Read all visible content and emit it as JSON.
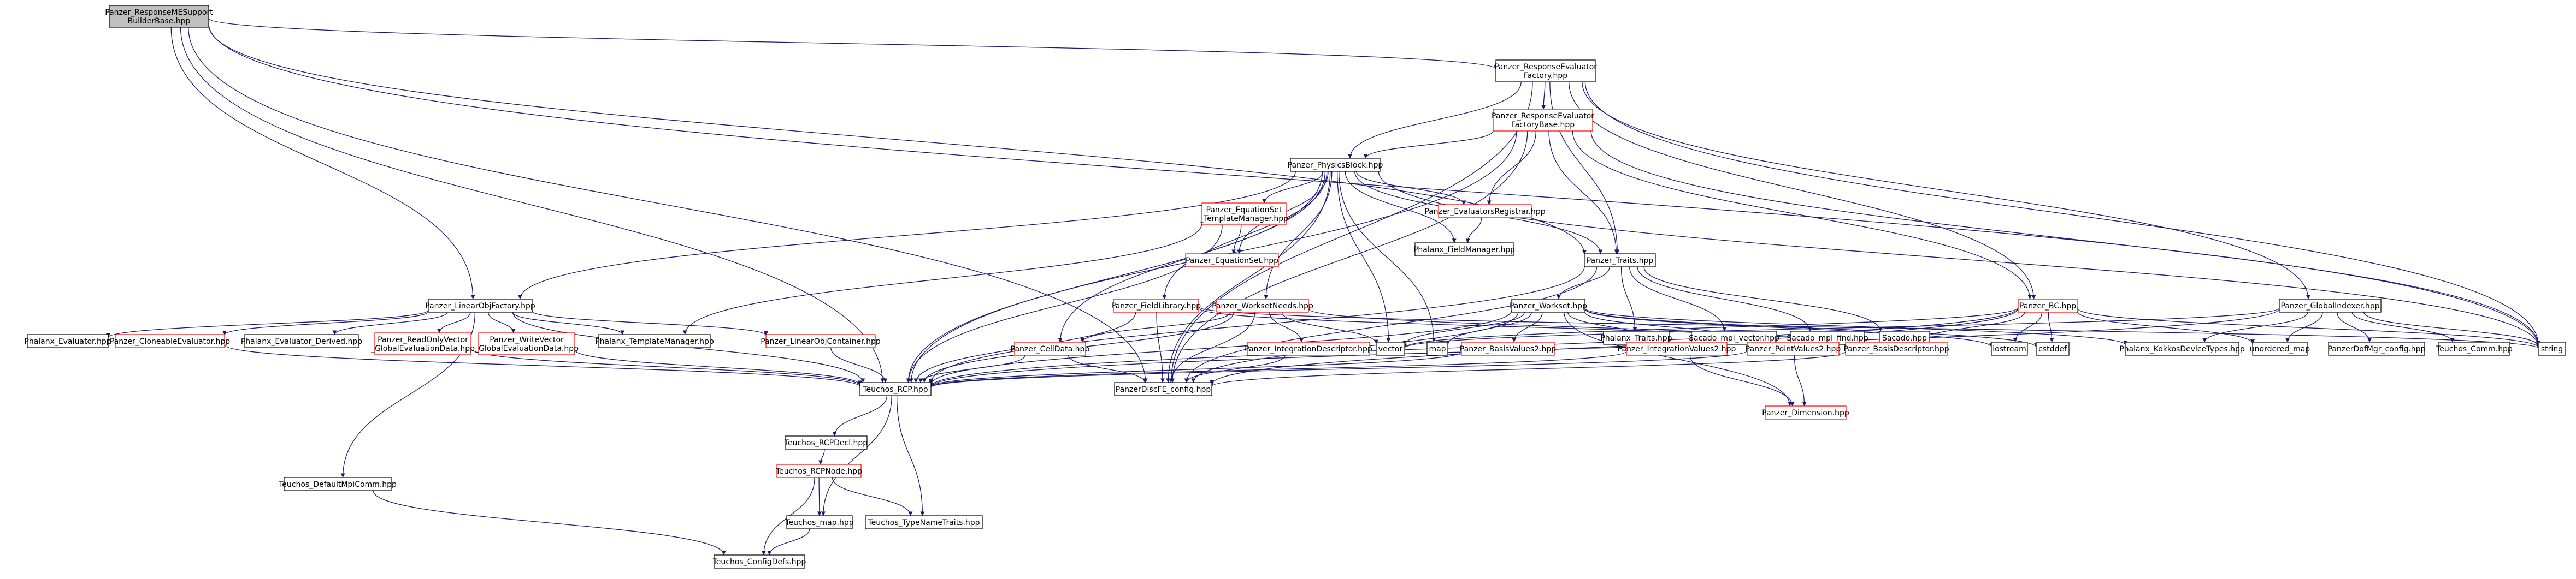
{
  "colors": {
    "edge": "#191970",
    "box_border_default": "#000000",
    "box_border_partial": "#ff0000",
    "root_fill": "#bfbfbf",
    "node_fill": "#ffffff",
    "text": "#000000"
  },
  "nodes": [
    {
      "id": "root",
      "lines": [
        "Panzer_ResponseMESupport",
        "BuilderBase.hpp"
      ],
      "style": "root"
    },
    {
      "id": "ref",
      "lines": [
        "Panzer_ResponseEvaluator",
        "Factory.hpp"
      ],
      "style": "normal"
    },
    {
      "id": "refb",
      "lines": [
        "Panzer_ResponseEvaluator",
        "FactoryBase.hpp"
      ],
      "style": "partial"
    },
    {
      "id": "pb",
      "lines": [
        "Panzer_PhysicsBlock.hpp"
      ],
      "style": "normal"
    },
    {
      "id": "eset",
      "lines": [
        "Panzer_EquationSet",
        "_TemplateManager.hpp"
      ],
      "style": "partial"
    },
    {
      "id": "eq",
      "lines": [
        "Panzer_EquationSet.hpp"
      ],
      "style": "partial"
    },
    {
      "id": "evreg",
      "lines": [
        "Panzer_EvaluatorsRegistrar.hpp"
      ],
      "style": "partial"
    },
    {
      "id": "fm",
      "lines": [
        "Phalanx_FieldManager.hpp"
      ],
      "style": "normal"
    },
    {
      "id": "traits",
      "lines": [
        "Panzer_Traits.hpp"
      ],
      "style": "normal"
    },
    {
      "id": "lof",
      "lines": [
        "Panzer_LinearObjFactory.hpp"
      ],
      "style": "normal"
    },
    {
      "id": "flib",
      "lines": [
        "Panzer_FieldLibrary.hpp"
      ],
      "style": "partial"
    },
    {
      "id": "wneeds",
      "lines": [
        "Panzer_WorksetNeeds.hpp"
      ],
      "style": "partial"
    },
    {
      "id": "workset",
      "lines": [
        "Panzer_Workset.hpp"
      ],
      "style": "normal"
    },
    {
      "id": "bc",
      "lines": [
        "Panzer_BC.hpp"
      ],
      "style": "partial"
    },
    {
      "id": "gidx",
      "lines": [
        "Panzer_GlobalIndexer.hpp"
      ],
      "style": "normal"
    },
    {
      "id": "phtraits",
      "lines": [
        "Phalanx_Traits.hpp"
      ],
      "style": "normal"
    },
    {
      "id": "smv",
      "lines": [
        "Sacado_mpl_vector.hpp"
      ],
      "style": "normal"
    },
    {
      "id": "smf",
      "lines": [
        "Sacado_mpl_find.hpp"
      ],
      "style": "normal"
    },
    {
      "id": "sacado",
      "lines": [
        "Sacado.hpp"
      ],
      "style": "normal"
    },
    {
      "id": "pev",
      "lines": [
        "Phalanx_Evaluator.hpp"
      ],
      "style": "normal"
    },
    {
      "id": "clon",
      "lines": [
        "Panzer_CloneableEvaluator.hpp"
      ],
      "style": "partial"
    },
    {
      "id": "pevd",
      "lines": [
        "Phalanx_Evaluator_Derived.hpp"
      ],
      "style": "normal"
    },
    {
      "id": "rov",
      "lines": [
        "Panzer_ReadOnlyVector",
        "_GlobalEvaluationData.hpp"
      ],
      "style": "partial"
    },
    {
      "id": "wv",
      "lines": [
        "Panzer_WriteVector",
        "_GlobalEvaluationData.hpp"
      ],
      "style": "partial"
    },
    {
      "id": "ptm",
      "lines": [
        "Phalanx_TemplateManager.hpp"
      ],
      "style": "normal"
    },
    {
      "id": "loc",
      "lines": [
        "Panzer_LinearObjContainer.hpp"
      ],
      "style": "partial"
    },
    {
      "id": "cell",
      "lines": [
        "Panzer_CellData.hpp"
      ],
      "style": "partial"
    },
    {
      "id": "idesc",
      "lines": [
        "Panzer_IntegrationDescriptor.hpp"
      ],
      "style": "partial"
    },
    {
      "id": "vector",
      "lines": [
        "vector"
      ],
      "style": "normal"
    },
    {
      "id": "map",
      "lines": [
        "map"
      ],
      "style": "normal"
    },
    {
      "id": "bv2",
      "lines": [
        "Panzer_BasisValues2.hpp"
      ],
      "style": "partial"
    },
    {
      "id": "iv2",
      "lines": [
        "Panzer_IntegrationValues2.hpp"
      ],
      "style": "partial"
    },
    {
      "id": "pv2",
      "lines": [
        "Panzer_PointValues2.hpp"
      ],
      "style": "partial"
    },
    {
      "id": "bdesc",
      "lines": [
        "Panzer_BasisDescriptor.hpp"
      ],
      "style": "partial"
    },
    {
      "id": "iostream",
      "lines": [
        "iostream"
      ],
      "style": "normal"
    },
    {
      "id": "cstddef",
      "lines": [
        "cstddef"
      ],
      "style": "normal"
    },
    {
      "id": "kokkos",
      "lines": [
        "Phalanx_KokkosDeviceTypes.hpp"
      ],
      "style": "normal"
    },
    {
      "id": "umap",
      "lines": [
        "unordered_map"
      ],
      "style": "normal"
    },
    {
      "id": "dofcfg",
      "lines": [
        "PanzerDofMgr_config.hpp"
      ],
      "style": "normal"
    },
    {
      "id": "tcomm",
      "lines": [
        "Teuchos_Comm.hpp"
      ],
      "style": "normal"
    },
    {
      "id": "string",
      "lines": [
        "string"
      ],
      "style": "normal"
    },
    {
      "id": "rcp",
      "lines": [
        "Teuchos_RCP.hpp"
      ],
      "style": "normal"
    },
    {
      "id": "discfe",
      "lines": [
        "PanzerDiscFE_config.hpp"
      ],
      "style": "normal"
    },
    {
      "id": "dim",
      "lines": [
        "Panzer_Dimension.hpp"
      ],
      "style": "partial"
    },
    {
      "id": "rcpdecl",
      "lines": [
        "Teuchos_RCPDecl.hpp"
      ],
      "style": "normal"
    },
    {
      "id": "rcpnode",
      "lines": [
        "Teuchos_RCPNode.hpp"
      ],
      "style": "partial"
    },
    {
      "id": "tmap",
      "lines": [
        "Teuchos_map.hpp"
      ],
      "style": "normal"
    },
    {
      "id": "tnt",
      "lines": [
        "Teuchos_TypeNameTraits.hpp"
      ],
      "style": "normal"
    },
    {
      "id": "dmc",
      "lines": [
        "Teuchos_DefaultMpiComm.hpp"
      ],
      "style": "normal"
    },
    {
      "id": "cdefs",
      "lines": [
        "Teuchos_ConfigDefs.hpp"
      ],
      "style": "normal"
    }
  ]
}
